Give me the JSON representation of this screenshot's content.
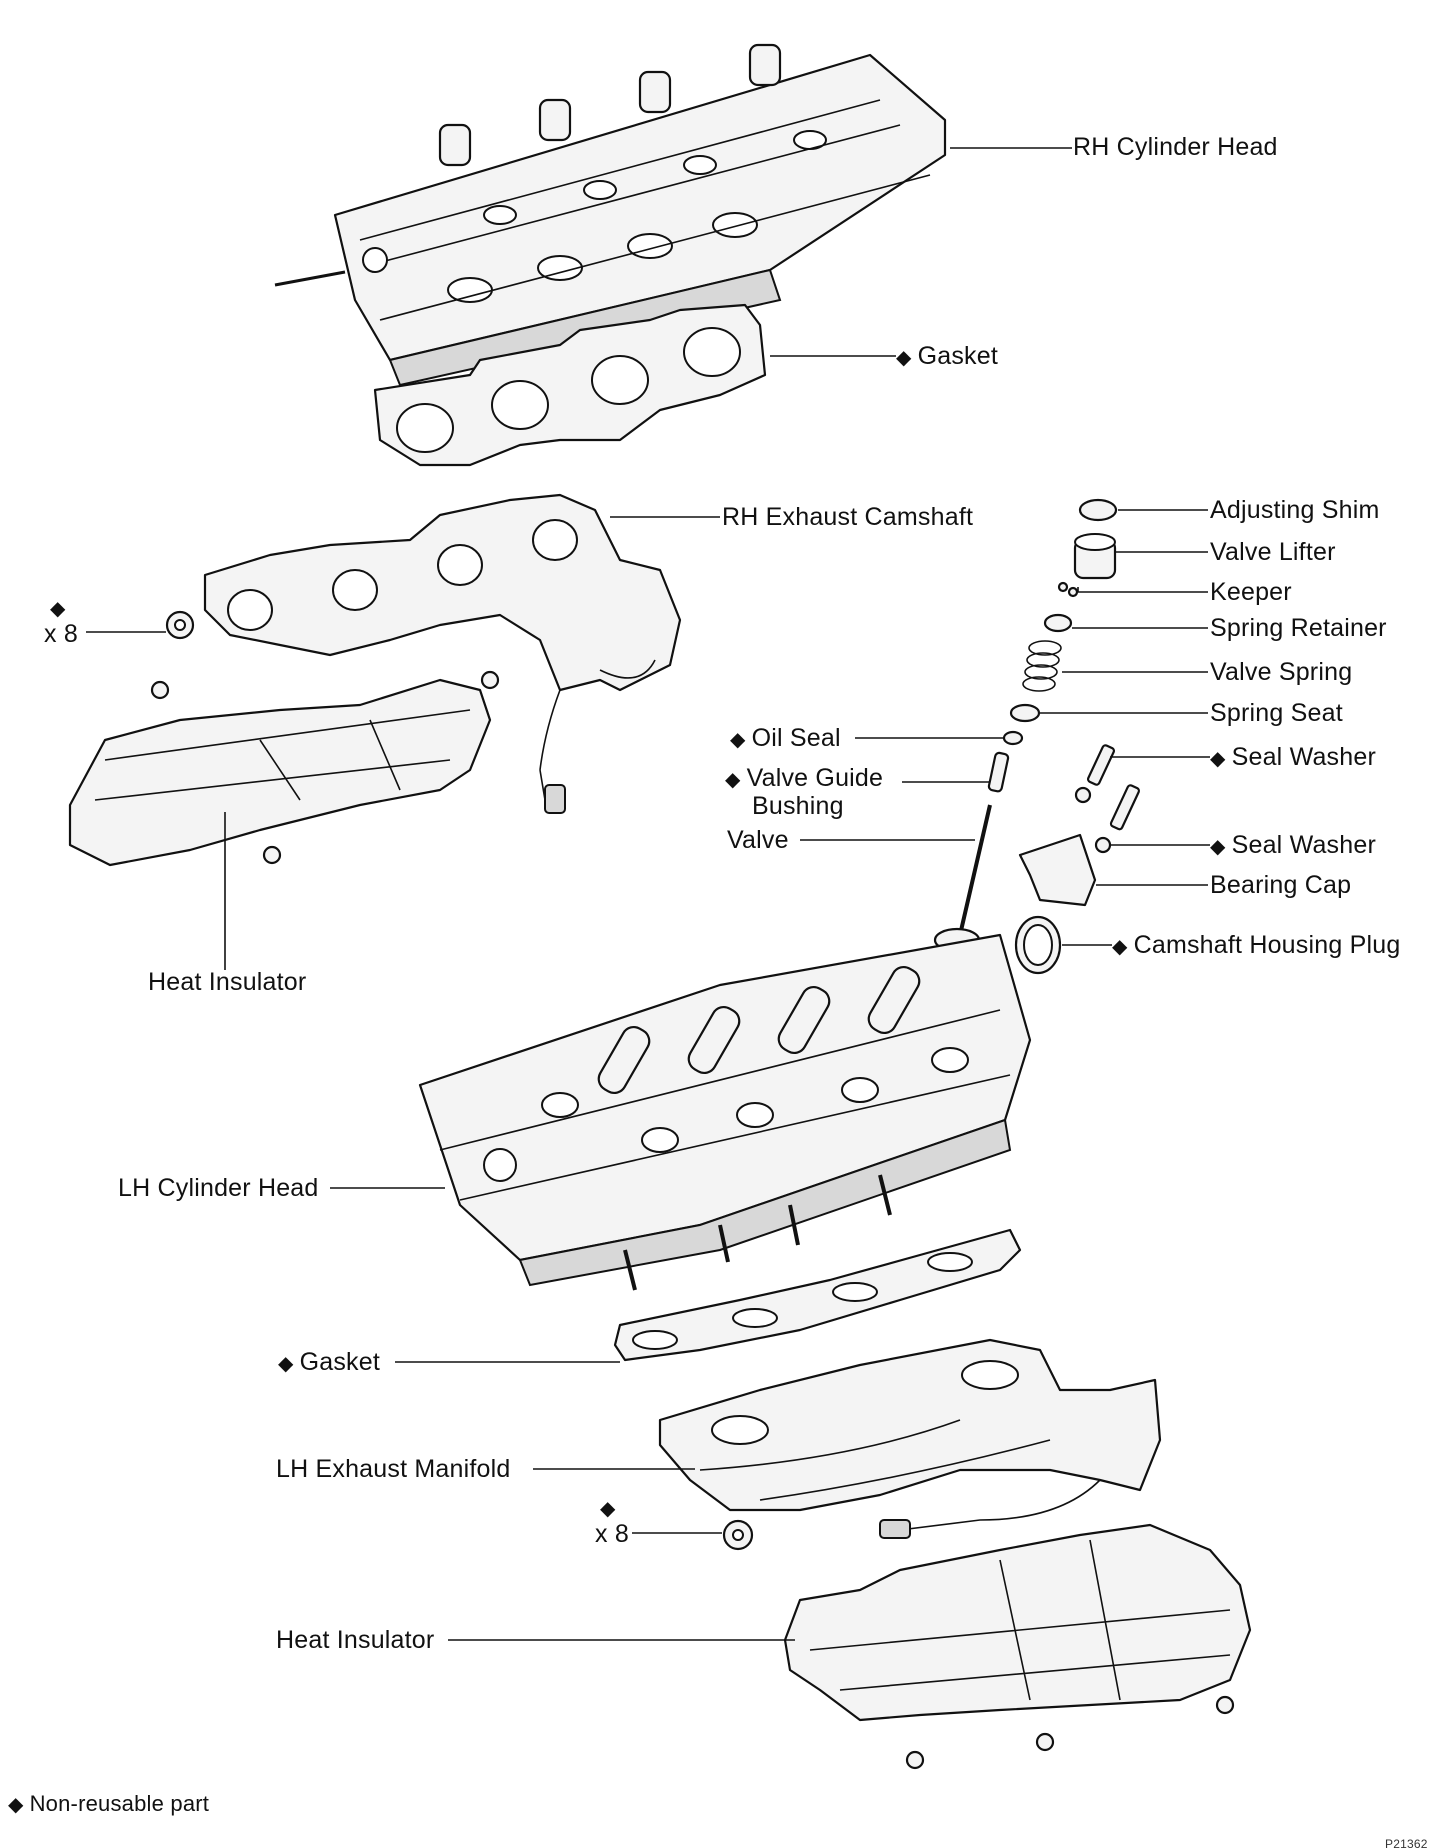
{
  "labels": {
    "rh_cylinder_head": "RH Cylinder Head",
    "gasket_upper": "Gasket",
    "rh_exhaust_camshaft": "RH Exhaust Camshaft",
    "x8_upper": "x 8",
    "heat_insulator_upper": "Heat Insulator",
    "adjusting_shim": "Adjusting Shim",
    "valve_lifter": "Valve Lifter",
    "keeper": "Keeper",
    "spring_retainer": "Spring Retainer",
    "valve_spring": "Valve Spring",
    "spring_seat": "Spring Seat",
    "oil_seal": "Oil Seal",
    "valve_guide_bushing_line1": "Valve Guide",
    "valve_guide_bushing_line2": "Bushing",
    "valve": "Valve",
    "seal_washer_upper": "Seal Washer",
    "seal_washer_lower": "Seal Washer",
    "bearing_cap": "Bearing Cap",
    "camshaft_housing_plug": "Camshaft Housing Plug",
    "lh_cylinder_head": "LH Cylinder Head",
    "gasket_lower": "Gasket",
    "lh_exhaust_manifold": "LH Exhaust Manifold",
    "x8_lower": "x 8",
    "heat_insulator_lower": "Heat Insulator"
  },
  "legend": {
    "symbol": "◆",
    "text": "Non-reusable part"
  },
  "figure_code": "P21362"
}
